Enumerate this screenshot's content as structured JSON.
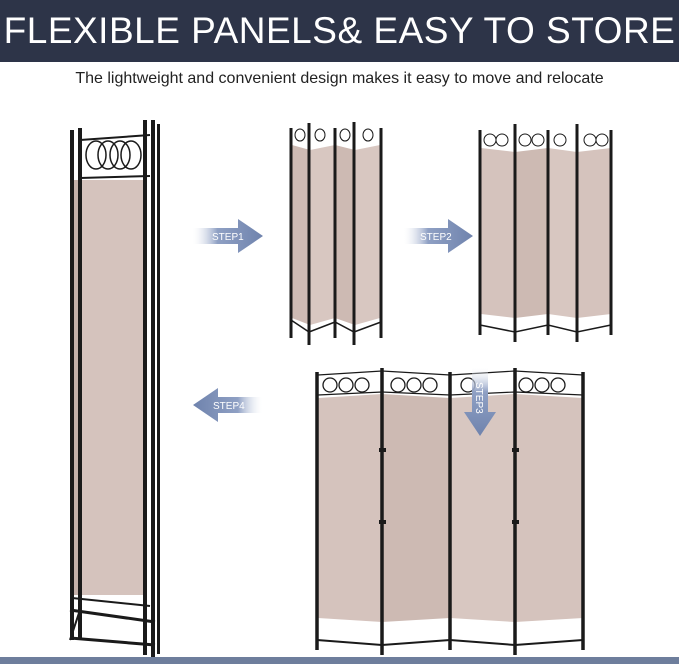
{
  "header": {
    "title": "FLEXIBLE PANELS& EASY TO STORE",
    "subtitle": "The lightweight and convenient design makes it easy to move and relocate"
  },
  "steps": {
    "step1": "STEP1",
    "step2": "STEP2",
    "step3": "STEP3",
    "step4": "STEP4"
  },
  "colors": {
    "banner": "#2d3448",
    "fabric": "#d5c3bd",
    "frame": "#1a1a1a",
    "arrow": "#7d8fb6",
    "bottom_bar": "#6e7e9c"
  }
}
